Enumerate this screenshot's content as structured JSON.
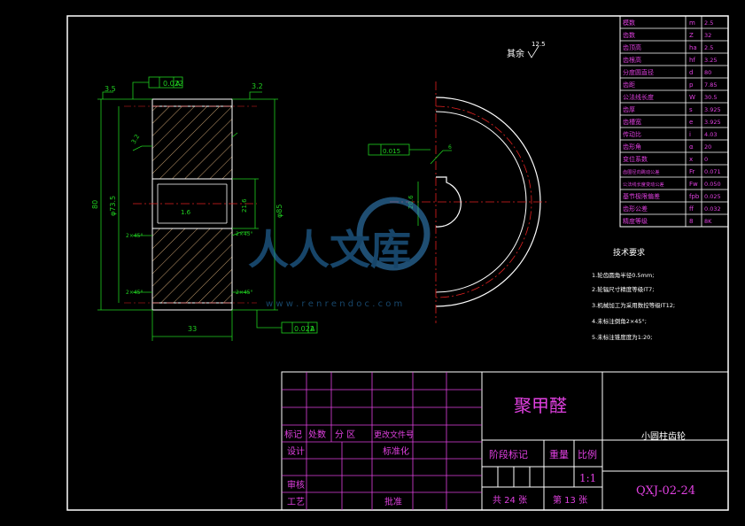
{
  "title_block": {
    "material": "聚甲醛",
    "part_name": "小圆柱齿轮",
    "drawing_no": "QXJ-02-24",
    "rows": [
      {
        "a": "标记",
        "b": "处数",
        "c": "分 区",
        "d": "更改文件号"
      },
      {
        "a": "设计",
        "c": "标准化"
      },
      {
        "a": "审核"
      },
      {
        "a": "工艺",
        "c": "批准"
      }
    ],
    "stage_label": "阶段标记",
    "weight_label": "重量",
    "scale_label": "比例",
    "scale_value": "1:1",
    "sheets_total": "共 24 张",
    "sheet_no": "第 13 张"
  },
  "param_table": {
    "rows": [
      {
        "name": "模数",
        "sym": "m",
        "val": "2.5"
      },
      {
        "name": "齿数",
        "sym": "Z",
        "val": "32"
      },
      {
        "name": "齿顶高",
        "sym": "ha",
        "val": "2.5"
      },
      {
        "name": "齿根高",
        "sym": "hf",
        "val": "3.25"
      },
      {
        "name": "分度圆直径",
        "sym": "d",
        "val": "80"
      },
      {
        "name": "齿距",
        "sym": "p",
        "val": "7.85"
      },
      {
        "name": "公法线长度",
        "sym": "W",
        "val": "30.5"
      },
      {
        "name": "齿厚",
        "sym": "s",
        "val": "3.925"
      },
      {
        "name": "齿槽宽",
        "sym": "e",
        "val": "3.925"
      },
      {
        "name": "传动比",
        "sym": "i",
        "val": "4.03"
      },
      {
        "name": "齿形角",
        "sym": "α",
        "val": "20"
      },
      {
        "name": "变位系数",
        "sym": "x",
        "val": "0"
      },
      {
        "name": "齿圈径向跳动公差",
        "sym": "Fr",
        "val": "0.071"
      },
      {
        "name": "公法线长度变动公差",
        "sym": "Fw",
        "val": "0.050"
      },
      {
        "name": "基节极限偏差",
        "sym": "fpb",
        "val": "0.025"
      },
      {
        "name": "齿形公差",
        "sym": "ff",
        "val": "0.032"
      },
      {
        "name": "精度等级",
        "sym": "8",
        "val": "8K"
      }
    ]
  },
  "tech_req": {
    "title": "技术要求",
    "items": [
      "1.轮齿圆角半径0.5mm;",
      "2.轮辐尺寸精度等级IT7;",
      "3.机械加工为采用数控等级IT12;",
      "4.未标注倒角2×45°;",
      "5.未标注锥度度为1:20;"
    ]
  },
  "annotations": {
    "roughness_other": "其余",
    "roughness_val": "12.5",
    "tol_top": "0.022",
    "tol_bottom": "0.022",
    "datum": "A",
    "tol_right": "0.015",
    "rough_35": "3.5",
    "rough_32": "3.2",
    "dim_width": "33",
    "dim_od": "80",
    "dim_bore": "φ73.5",
    "dim_hub": "φ85",
    "dim_key": "21.6",
    "dim_key2": "6",
    "chamfer": "2×45°",
    "chamfer2": "2×45°",
    "chamfer3": "2×45°",
    "chamfer4": "2×45°",
    "bore_tol": "20.6",
    "ra16": "1.6",
    "ra32b": "3.2"
  },
  "watermark": {
    "text": "人人文库",
    "url": "w w w . r e n r e n d o c . c o m"
  }
}
